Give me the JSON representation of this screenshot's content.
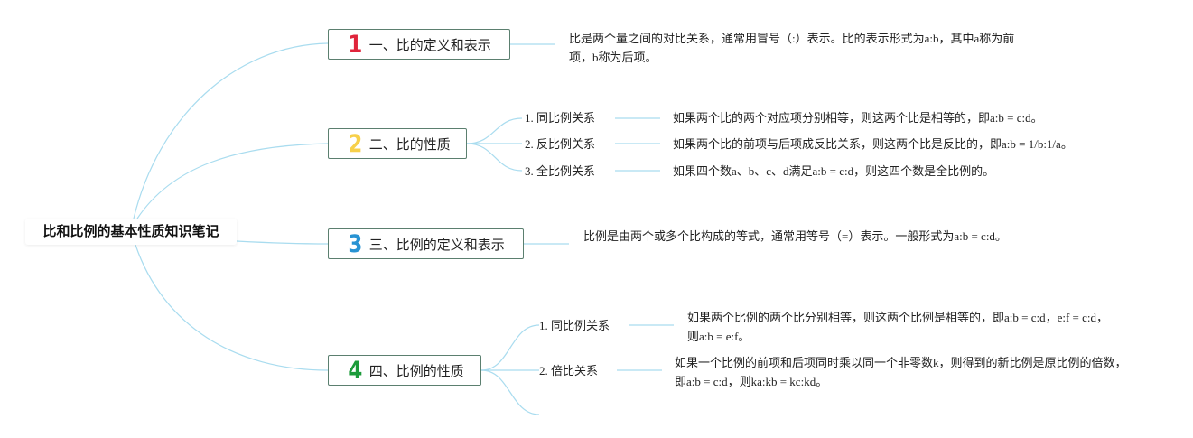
{
  "root": {
    "title": "比和比例的基本性质知识笔记"
  },
  "topics": [
    {
      "number": "1",
      "label": "一、比的定义和表示",
      "note": "比是两个量之间的对比关系，通常用冒号（:）表示。比的表示形式为a:b，其中a称为前项，b称为后项。"
    },
    {
      "number": "2",
      "label": "二、比的性质",
      "items": [
        {
          "label": "1. 同比例关系",
          "note": "如果两个比的两个对应项分别相等，则这两个比是相等的，即a:b = c:d。"
        },
        {
          "label": "2. 反比例关系",
          "note": "如果两个比的前项与后项成反比关系，则这两个比是反比的，即a:b = 1/b:1/a。"
        },
        {
          "label": "3. 全比例关系",
          "note": "如果四个数a、b、c、d满足a:b = c:d，则这四个数是全比例的。"
        }
      ]
    },
    {
      "number": "3",
      "label": "三、比例的定义和表示",
      "note": "比例是由两个或多个比构成的等式，通常用等号（=）表示。一般形式为a:b = c:d。"
    },
    {
      "number": "4",
      "label": "四、比例的性质",
      "items": [
        {
          "label": "1. 同比例关系",
          "note": "如果两个比例的两个比分别相等，则这两个比例是相等的，即a:b = c:d，e:f = c:d，则a:b = e:f。"
        },
        {
          "label": "2. 倍比关系",
          "note": "如果一个比例的前项和后项同时乘以同一个非零数k，则得到的新比例是原比例的倍数，即a:b = c:d，则ka:kb = kc:kd。"
        }
      ]
    }
  ],
  "colors": {
    "connector": "#a9dcef",
    "topic_border": "#5b7f6f",
    "num1": "#e0243b",
    "num2": "#f7d04a",
    "num3": "#2893d3",
    "num4": "#1c9b3a"
  }
}
